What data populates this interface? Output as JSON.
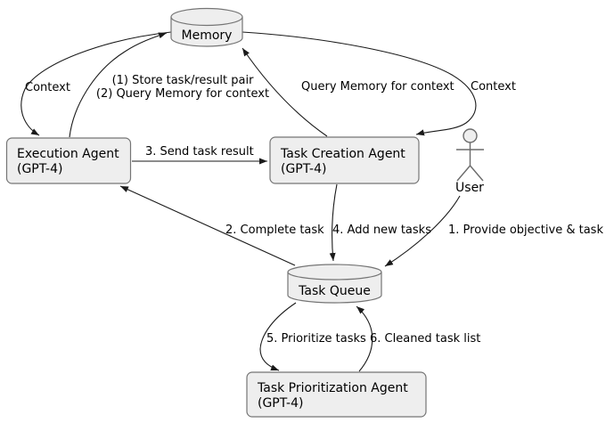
{
  "diagram": {
    "background": "#ffffff",
    "colors": {
      "node_fill": "#eeeeee",
      "node_border": "#757575",
      "edge_line": "#1a1a1a",
      "text": "#000000"
    },
    "nodes": {
      "memory": {
        "label": "Memory"
      },
      "execution_agent": {
        "label": "Execution Agent",
        "sublabel": "(GPT-4)"
      },
      "task_creation_agent": {
        "label": "Task Creation Agent",
        "sublabel": "(GPT-4)"
      },
      "user": {
        "label": "User"
      },
      "task_queue": {
        "label": "Task Queue"
      },
      "task_prioritization_agent": {
        "label": "Task Prioritization Agent",
        "sublabel": "(GPT-4)"
      }
    },
    "edges": {
      "context_to_execution": {
        "label": "Context"
      },
      "store_and_query_memory": {
        "line1": "(1) Store task/result pair",
        "line2": "(2) Query Memory for context"
      },
      "query_memory_for_context": {
        "label": "Query Memory for context"
      },
      "context_to_task_creation": {
        "label": "Context"
      },
      "send_task_result": {
        "label": "3. Send task result"
      },
      "complete_task": {
        "label": "2. Complete task"
      },
      "add_new_tasks": {
        "label": "4. Add new tasks"
      },
      "provide_objective": {
        "label": "1. Provide objective & task"
      },
      "prioritize_tasks": {
        "label": "5. Prioritize tasks"
      },
      "cleaned_task_list": {
        "label": "6. Cleaned task list"
      }
    }
  }
}
